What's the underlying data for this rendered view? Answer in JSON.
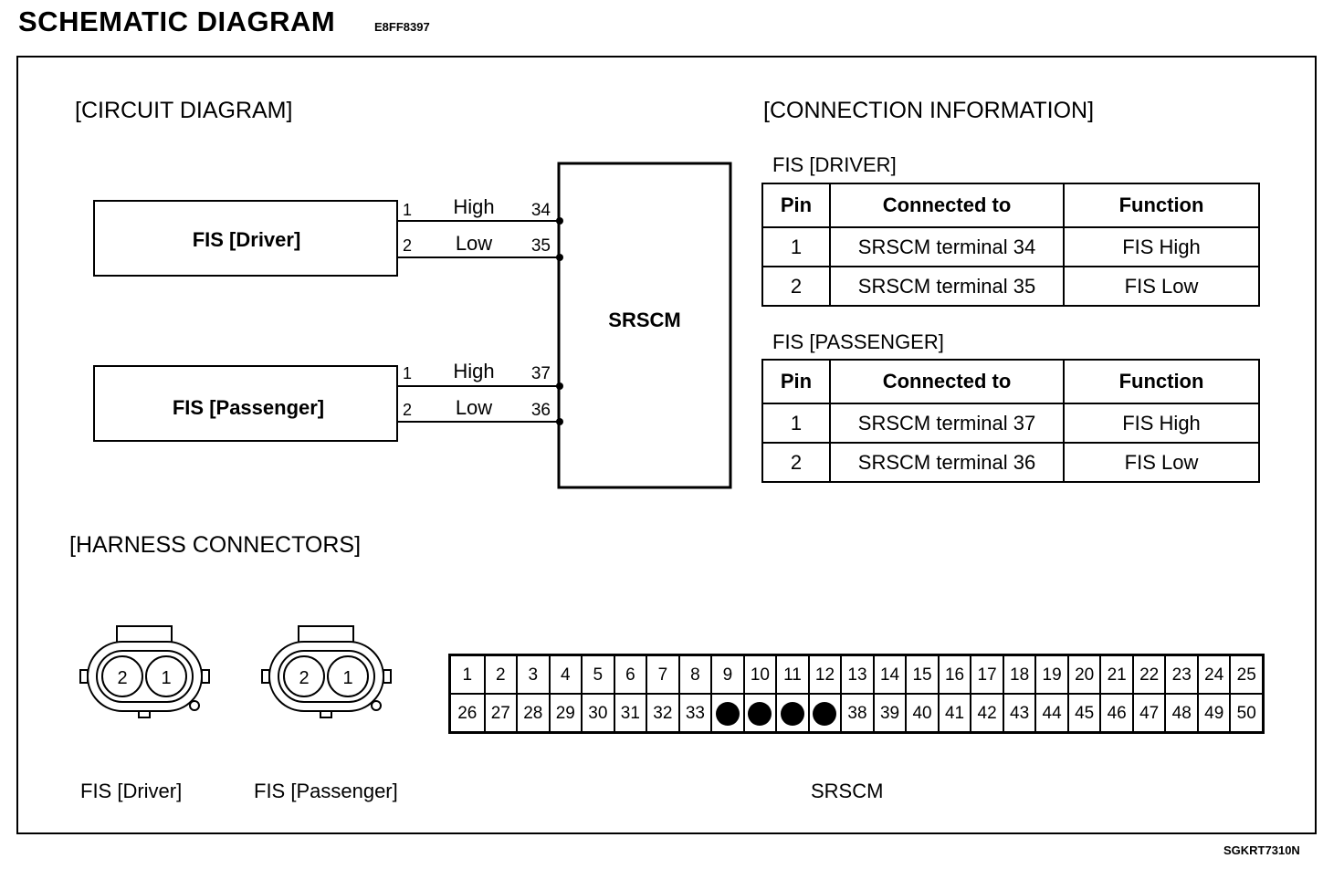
{
  "header": {
    "title": "SCHEMATIC DIAGRAM",
    "code": "E8FF8397"
  },
  "footer_code": "SGKRT7310N",
  "sections": {
    "circuit": "[CIRCUIT DIAGRAM]",
    "connection": "[CONNECTION INFORMATION]",
    "harness": "[HARNESS CONNECTORS]"
  },
  "circuit": {
    "module": "SRSCM",
    "driver": {
      "label": "FIS [Driver]",
      "wires": [
        {
          "pin": "1",
          "signal": "High",
          "terminal": "34"
        },
        {
          "pin": "2",
          "signal": "Low",
          "terminal": "35"
        }
      ]
    },
    "passenger": {
      "label": "FIS [Passenger]",
      "wires": [
        {
          "pin": "1",
          "signal": "High",
          "terminal": "37"
        },
        {
          "pin": "2",
          "signal": "Low",
          "terminal": "36"
        }
      ]
    }
  },
  "connection": {
    "headers": [
      "Pin",
      "Connected to",
      "Function"
    ],
    "driver": {
      "title": "FIS [DRIVER]",
      "rows": [
        [
          "1",
          "SRSCM terminal 34",
          "FIS High"
        ],
        [
          "2",
          "SRSCM terminal 35",
          "FIS Low"
        ]
      ]
    },
    "passenger": {
      "title": "FIS [PASSENGER]",
      "rows": [
        [
          "1",
          "SRSCM terminal 37",
          "FIS High"
        ],
        [
          "2",
          "SRSCM terminal 36",
          "FIS Low"
        ]
      ]
    }
  },
  "harness": {
    "driver_label": "FIS [Driver]",
    "passenger_label": "FIS [Passenger]",
    "srscm_label": "SRSCM",
    "two_pin": [
      "2",
      "1"
    ],
    "srscm_top": [
      "1",
      "2",
      "3",
      "4",
      "5",
      "6",
      "7",
      "8",
      "9",
      "10",
      "11",
      "12",
      "13",
      "14",
      "15",
      "16",
      "17",
      "18",
      "19",
      "20",
      "21",
      "22",
      "23",
      "24",
      "25"
    ],
    "srscm_bottom": [
      "26",
      "27",
      "28",
      "29",
      "30",
      "31",
      "32",
      "33",
      "",
      "",
      "",
      "",
      "38",
      "39",
      "40",
      "41",
      "42",
      "43",
      "44",
      "45",
      "46",
      "47",
      "48",
      "49",
      "50"
    ],
    "filled_bottom_positions": [
      9,
      10,
      11,
      12
    ]
  }
}
